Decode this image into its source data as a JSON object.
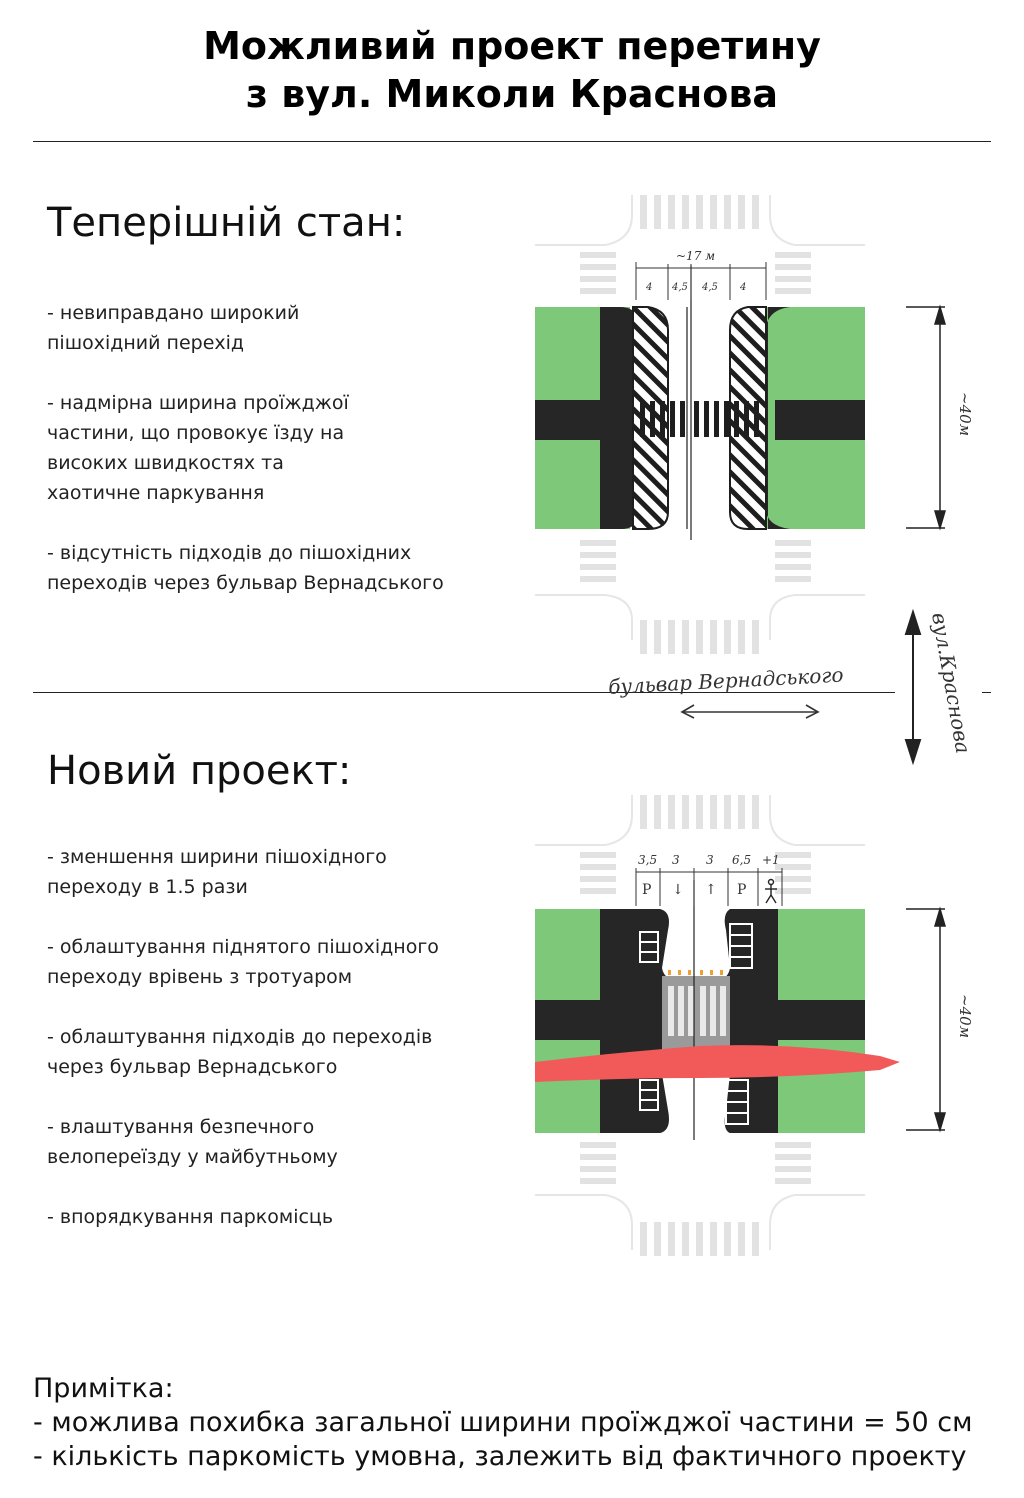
{
  "title": {
    "line1": "Можливий проект перетину",
    "line2": "з вул. Миколи Краснова"
  },
  "current": {
    "heading": "Теперішній стан:",
    "bullets": [
      "- невиправдано широкий\nпішохідний перехід",
      "- надмірна ширина проїжджої\nчастини, що провокує їзду на\nвисоких швидкостях та\nхаотичне паркування",
      "- відсутність підходів до пішохідних\nпереходів через бульвар Вернадського"
    ],
    "diagram": {
      "total_width_label": "~17 м",
      "lane_widths": [
        "4",
        "4,5",
        "4,5",
        "4"
      ],
      "length_label": "~40м"
    }
  },
  "street_labels": {
    "boulevard": "бульвар Вернадського",
    "street": "вул.Краснова"
  },
  "new": {
    "heading": "Новий проект:",
    "bullets": [
      "- зменшення ширини пішохідного\nпереходу в 1.5 рази",
      "- облаштування піднятого пішохідного\nпереходу врівень з тротуаром",
      "- облаштування підходів до переходів\nчерез бульвар Вернадського",
      "- влаштування безпечного\nвелопереїзду у майбутньому",
      "- впорядкування паркомісць"
    ],
    "diagram": {
      "lane_widths": [
        "3,5",
        "3",
        "3",
        "6,5",
        "+1"
      ],
      "lane_markers": [
        "P",
        "↓",
        "↑",
        "P"
      ],
      "length_label": "~40м"
    }
  },
  "colors": {
    "grass": "#7ec87a",
    "asphalt": "#262626",
    "bike_lane": "#f25a5a",
    "stripes": "#e2e2e2",
    "tactile": "#f0a030"
  },
  "note": {
    "heading": "Примітка:",
    "lines": [
      "- можлива похибка загальної ширини проїжджої частини = 50 см",
      "- кількість паркомість умовна, залежить від фактичного проекту"
    ]
  }
}
